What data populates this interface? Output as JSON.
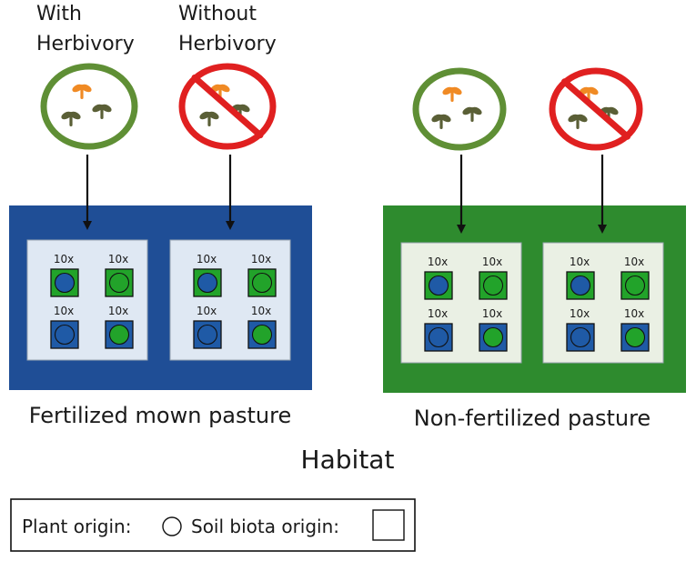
{
  "header": {
    "with_herbivory": [
      "With",
      "Herbivory"
    ],
    "without_herbivory": [
      "Without",
      "Herbivory"
    ]
  },
  "habitats": [
    {
      "name": "Fertilized mown pasture",
      "color": "#1f4e96"
    },
    {
      "name": "Non-fertilized pasture",
      "color": "#2e8b2e"
    }
  ],
  "replicate_label": "10x",
  "axis_title": "Habitat",
  "legend": {
    "plant_origin_label": "Plant origin:",
    "soil_origin_label": "Soil biota origin:"
  },
  "colors": {
    "herbivory_ring": "#5f8f35",
    "no_herbivory_ring": "#e02020",
    "insect_orange": "#f08a24",
    "insect_dark": "#5a5f36",
    "panel_blue_bg": "#dfe8f3",
    "panel_green_bg": "#eaf0e4",
    "blue": "#1f5aa6",
    "green": "#22a32a"
  },
  "icons": {
    "insect": "herbivore-insect-icon",
    "prohibit": "no-herbivory-icon"
  }
}
